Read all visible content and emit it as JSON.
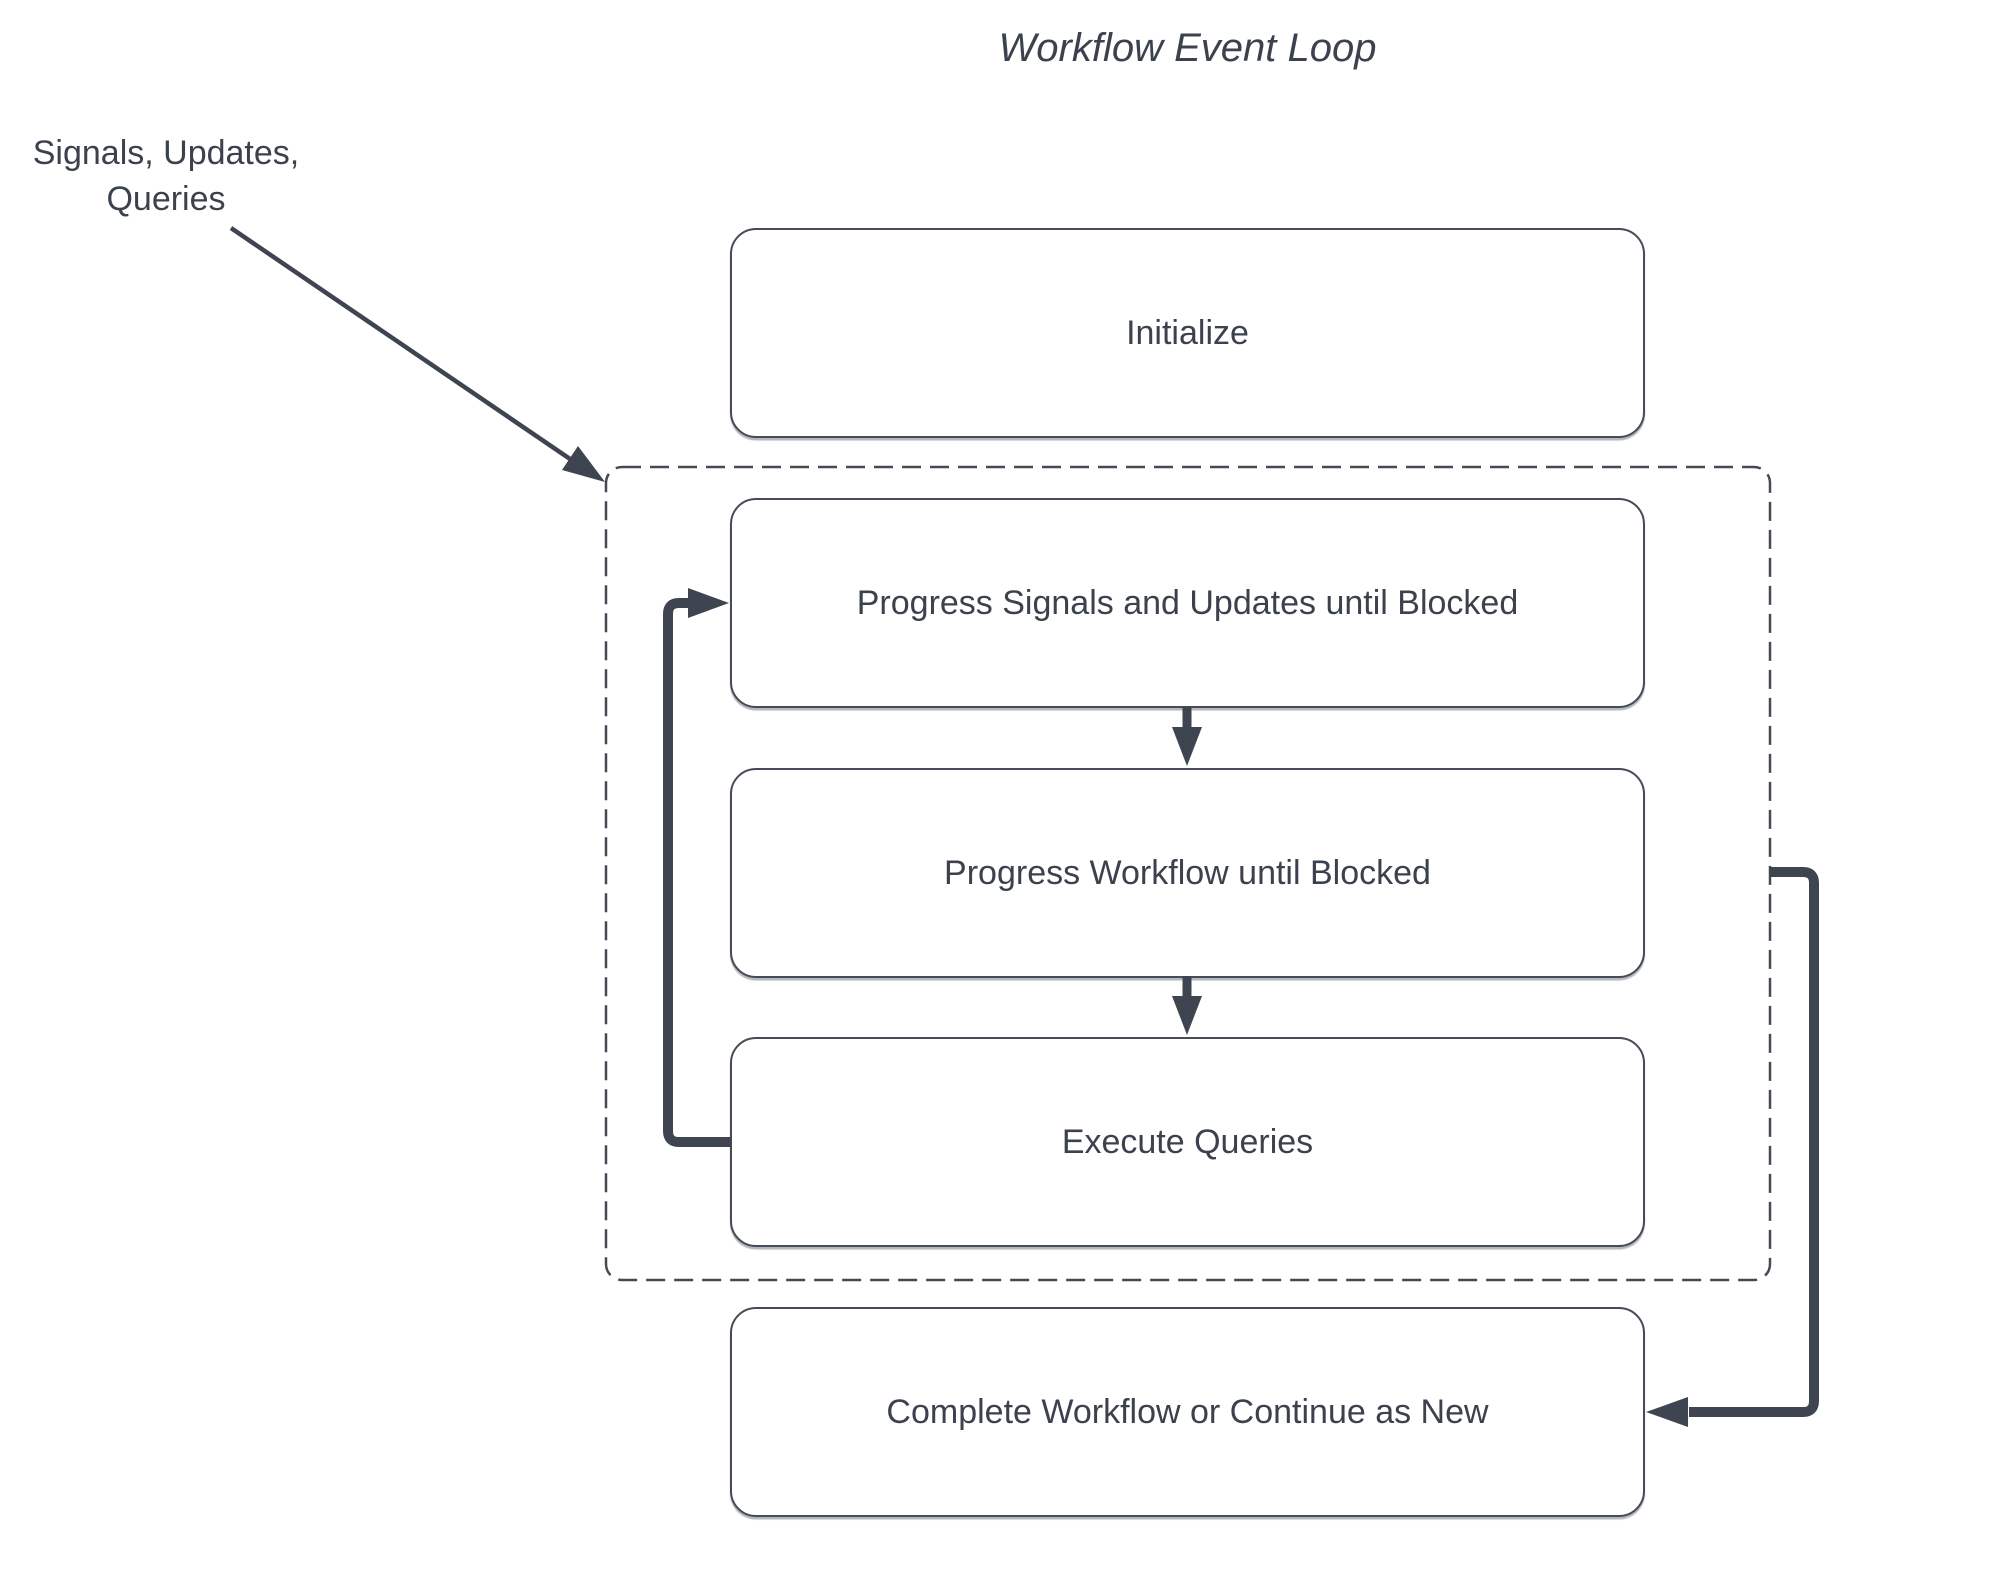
{
  "diagram": {
    "title": "Workflow Event Loop",
    "side_label": "Signals, Updates,\nQueries",
    "nodes": [
      {
        "id": "initialize",
        "label": "Initialize"
      },
      {
        "id": "progress-signals-updates",
        "label": "Progress Signals and Updates until Blocked"
      },
      {
        "id": "progress-workflow",
        "label": "Progress Workflow until Blocked"
      },
      {
        "id": "execute-queries",
        "label": "Execute Queries"
      },
      {
        "id": "complete-workflow",
        "label": "Complete Workflow or Continue as New"
      }
    ],
    "container": {
      "id": "event-loop",
      "style": "dashed",
      "contains": [
        "progress-signals-updates",
        "progress-workflow",
        "execute-queries"
      ]
    },
    "edges": [
      {
        "from": "side-label",
        "to": "event-loop",
        "type": "thin-arrow"
      },
      {
        "from": "progress-signals-updates",
        "to": "progress-workflow",
        "type": "down-arrow"
      },
      {
        "from": "progress-workflow",
        "to": "execute-queries",
        "type": "down-arrow"
      },
      {
        "from": "execute-queries",
        "to": "progress-signals-updates",
        "type": "loop-back-left"
      },
      {
        "from": "event-loop",
        "to": "complete-workflow",
        "type": "exit-right"
      }
    ],
    "colors": {
      "stroke": "#3e4450",
      "box_border": "#454b57",
      "text": "#3c424d",
      "background": "#ffffff"
    }
  }
}
